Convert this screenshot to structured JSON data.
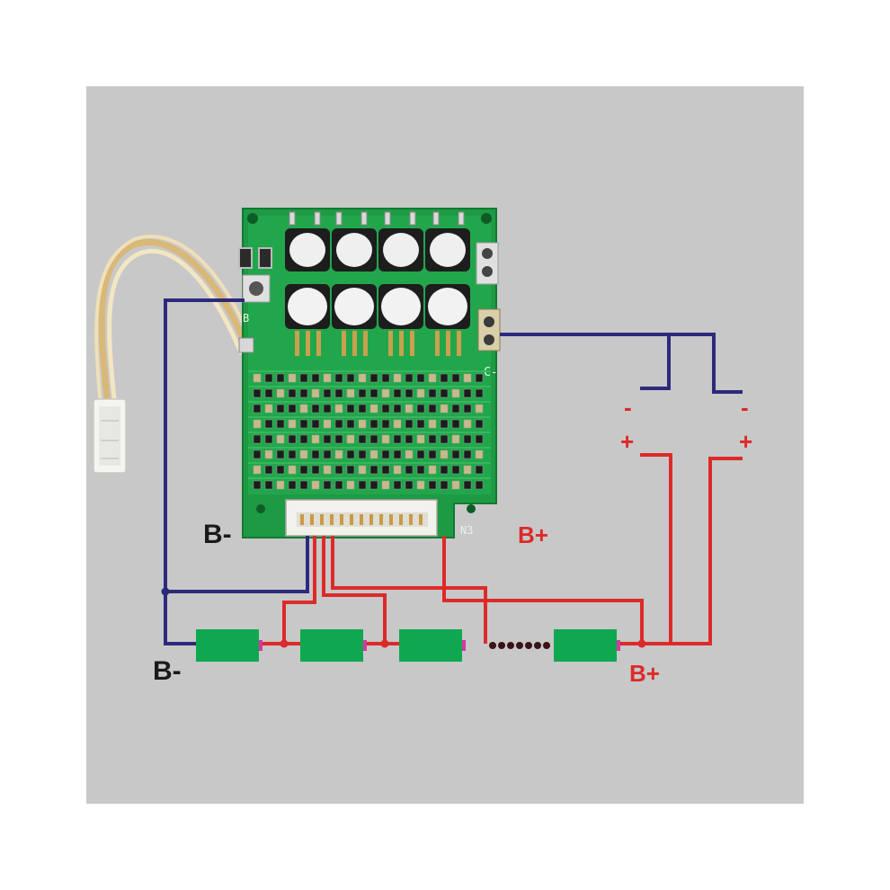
{
  "labels": {
    "bminus_board": "B-",
    "bplus_board": "B+",
    "bminus_cells": "B-",
    "bplus_cells": "B+",
    "connector_ref": "N3",
    "pad_b": "B",
    "pad_c": "C-",
    "load_left_minus": "-",
    "load_right_minus": "-",
    "load_left_plus": "+",
    "load_right_plus": "+"
  },
  "colors": {
    "background_panel": "#c8c8c8",
    "negative_wire": "#2c2a7c",
    "positive_wire": "#dc2a2a",
    "cell_body": "#0fa850",
    "cell_terminal": "#d23aa0",
    "pcb_green": "#1e9a45",
    "label_black": "#1a1a1a",
    "label_red": "#dc2a2a"
  },
  "icons": {
    "thermistor": "thermistor-probe-icon",
    "mosfet": "mosfet-heatsink-icon",
    "connector": "balance-connector-icon"
  },
  "cells": {
    "ellipsis_dots": 7
  }
}
